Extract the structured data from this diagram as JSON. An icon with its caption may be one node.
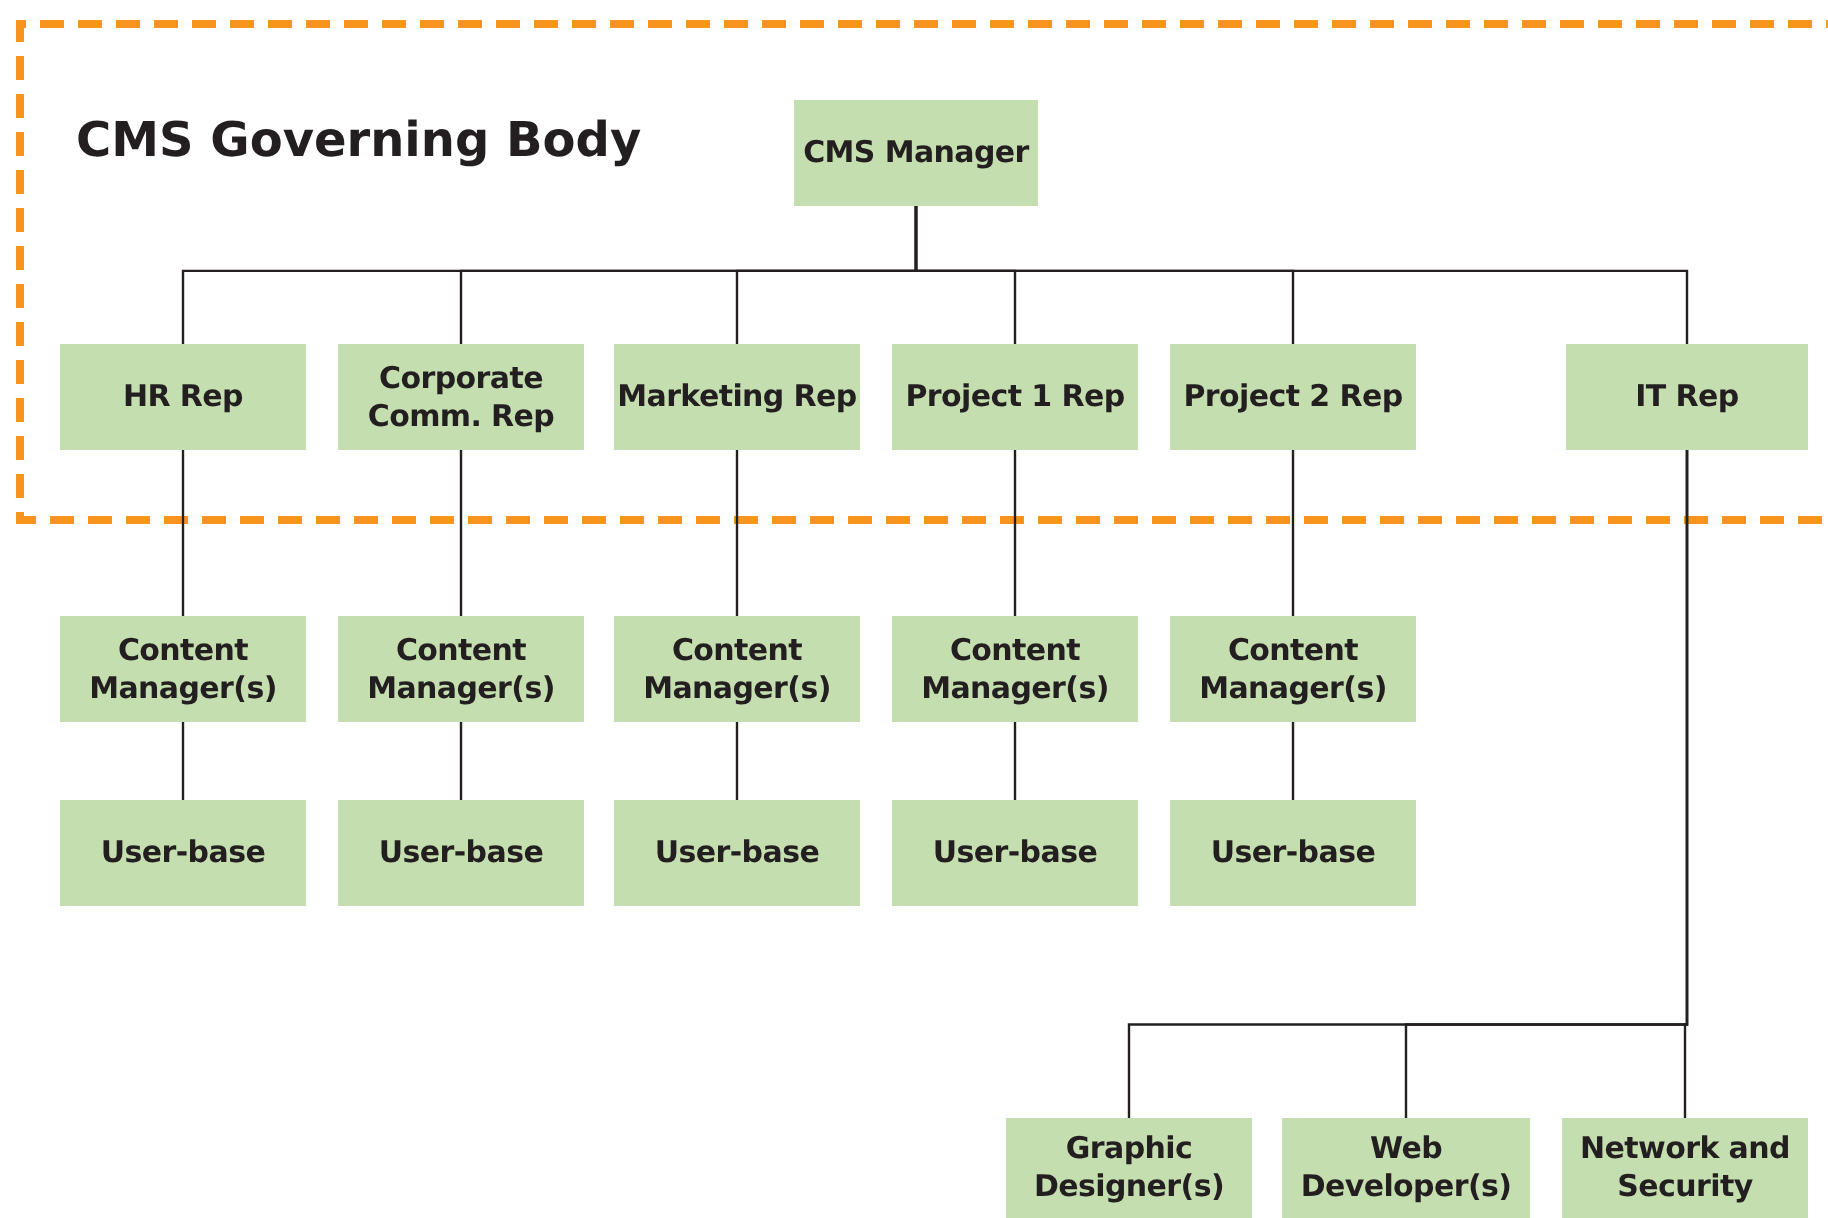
{
  "diagram": {
    "nodes": [
      {
        "text": [
          "CMS Governing Body"
        ]
      },
      {
        "text": [
          "CMS Manager"
        ],
        "in": 0
      },
      {
        "text": [
          "HR Rep"
        ],
        "in": 0
      },
      {
        "text": [
          "Corporate Comm. Rep"
        ],
        "in": 0
      },
      {
        "text": [
          "Marketing Rep"
        ],
        "in": 0
      },
      {
        "text": [
          "Project 1 Rep"
        ],
        "in": 0
      },
      {
        "text": [
          "Project 2 Rep"
        ],
        "in": 0
      },
      {
        "text": [
          "IT Rep"
        ],
        "in": 0
      },
      {
        "text": [
          "Content Manager(s)"
        ]
      },
      {
        "text": [
          "Content Manager(s)"
        ]
      },
      {
        "text": [
          "Content Manager(s)"
        ]
      },
      {
        "text": [
          "Content Manager(s)"
        ]
      },
      {
        "text": [
          "Content Manager(s)"
        ]
      },
      {
        "text": [
          "User-base"
        ]
      },
      {
        "text": [
          "User-base"
        ]
      },
      {
        "text": [
          "User-base"
        ]
      },
      {
        "text": [
          "User-base"
        ]
      },
      {
        "text": [
          "User-base"
        ]
      },
      {
        "text": [
          "Graphic Designer(s)"
        ]
      },
      {
        "text": [
          "Web Developer(s)"
        ]
      },
      {
        "text": [
          "Network and Security"
        ]
      }
    ],
    "edges": [
      {
        "from": 1,
        "to": 2,
        "arrow": "none"
      },
      {
        "from": 1,
        "to": 3,
        "arrow": "none"
      },
      {
        "from": 1,
        "to": 4,
        "arrow": "none"
      },
      {
        "from": 1,
        "to": 5,
        "arrow": "none"
      },
      {
        "from": 1,
        "to": 6,
        "arrow": "none"
      },
      {
        "from": 1,
        "to": 7,
        "arrow": "none"
      },
      {
        "from": 2,
        "to": 8,
        "arrow": "none"
      },
      {
        "from": 3,
        "to": 9,
        "arrow": "none"
      },
      {
        "from": 4,
        "to": 10,
        "arrow": "none"
      },
      {
        "from": 5,
        "to": 11,
        "arrow": "none"
      },
      {
        "from": 6,
        "to": 12,
        "arrow": "none"
      },
      {
        "from": 8,
        "to": 13,
        "arrow": "none"
      },
      {
        "from": 9,
        "to": 14,
        "arrow": "none"
      },
      {
        "from": 10,
        "to": 15,
        "arrow": "none"
      },
      {
        "from": 11,
        "to": 16,
        "arrow": "none"
      },
      {
        "from": 12,
        "to": 17,
        "arrow": "none"
      },
      {
        "from": 7,
        "to": 18,
        "arrow": "none"
      },
      {
        "from": 7,
        "to": 19,
        "arrow": "none"
      },
      {
        "from": 7,
        "to": 20,
        "arrow": "none"
      }
    ]
  }
}
